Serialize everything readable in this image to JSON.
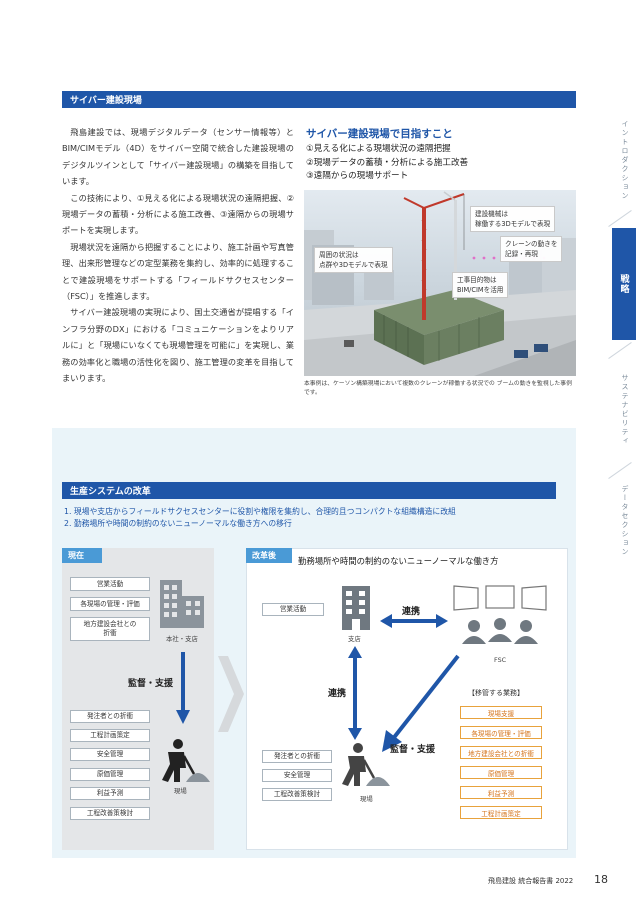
{
  "side_tabs": [
    {
      "label": "イントロダクション",
      "active": false
    },
    {
      "label": "戦略",
      "active": true
    },
    {
      "label": "サステナビリティ",
      "active": false
    },
    {
      "label": "データセクション",
      "active": false
    }
  ],
  "cyber": {
    "header": "サイバー建設現場",
    "paragraphs": [
      "飛島建設では、現場デジタルデータ（センサー情報等）とBIM/CIMモデル（4D）をサイバー空間で統合した建設現場のデジタルツインとして「サイバー建設現場」の構築を目指しています。",
      "この技術により、①見える化による現場状況の遠隔把握、②現場データの蓄積・分析による施工改善、③遠隔からの現場サポートを実現します。",
      "現場状況を遠隔から把握することにより、施工計画や写真管理、出来形管理などの定型業務を集約し、効率的に処理することで建設現場をサポートする「フィールドサクセスセンター（FSC）」を推進します。",
      "サイバー建設現場の実現により、国土交通省が提唱する「インフラ分野のDX」における「コミュニケーションをよりリアルに」と「現場にいなくても現場管理を可能に」を実現し、業務の効率化と職場の活性化を図り、施工管理の変革を目指してまいります。"
    ],
    "goal_title": "サイバー建設現場で目指すこと",
    "goals": [
      "①見える化による現場状況の遠隔把握",
      "②現場データの蓄積・分析による施工改善",
      "③遠隔からの現場サポート"
    ],
    "callouts": {
      "machine": "建設機械は\n稼働する3Dモデルで表現",
      "crane": "クレーンの動きを\n記録・再現",
      "surround": "周囲の状況は\n点群や3Dモデルで表現",
      "target": "工事目的物は\nBIM/CIMを活用"
    },
    "caption": "本事例は、ケーソン構築現場において複数のクレーンが稼働する状況での ブームの動きを監視した事例です。"
  },
  "production": {
    "header": "生産システムの改革",
    "intro": [
      "1. 現場や支店からフィールドサクセスセンターに役割や権限を集約し、合理的且つコンパクトな組織構造に改組",
      "2. 勤務場所や時間の制約のないニューノーマルな働き方への移行"
    ],
    "now": {
      "label": "現在",
      "top_boxes": [
        "営業活動",
        "各現場の管理・評価",
        "地方建設会社との\n折衝"
      ],
      "office_label": "本社・支店",
      "arrow_label": "監督・支援",
      "bottom_boxes": [
        "発注者との折衝",
        "工程計画策定",
        "安全管理",
        "原価管理",
        "利益予測",
        "工程改善策検討"
      ],
      "site_label": "現場"
    },
    "after": {
      "label": "改革後",
      "title": "勤務場所や時間の制約のないニューノーマルな働き方",
      "branch_box": "営業活動",
      "branch_label": "支店",
      "link1": "連携",
      "fsc_label": "FSC",
      "link2": "連携",
      "support": "監督・支援",
      "site_boxes": [
        "発注者との折衝",
        "安全管理",
        "工程改善策検討"
      ],
      "site_label": "現場",
      "moved_title": "【移管する業務】",
      "moved_tasks": [
        "現場支援",
        "各現場の管理・評価",
        "地方建設会社との折衝",
        "原価管理",
        "利益予測",
        "工程計画策定"
      ]
    }
  },
  "footer": {
    "text": "飛島建設 統合報告書 2022",
    "page": "18"
  },
  "colors": {
    "brand_blue": "#1f56a8",
    "label_blue": "#4a9ad6",
    "orange": "#e8a23c"
  }
}
